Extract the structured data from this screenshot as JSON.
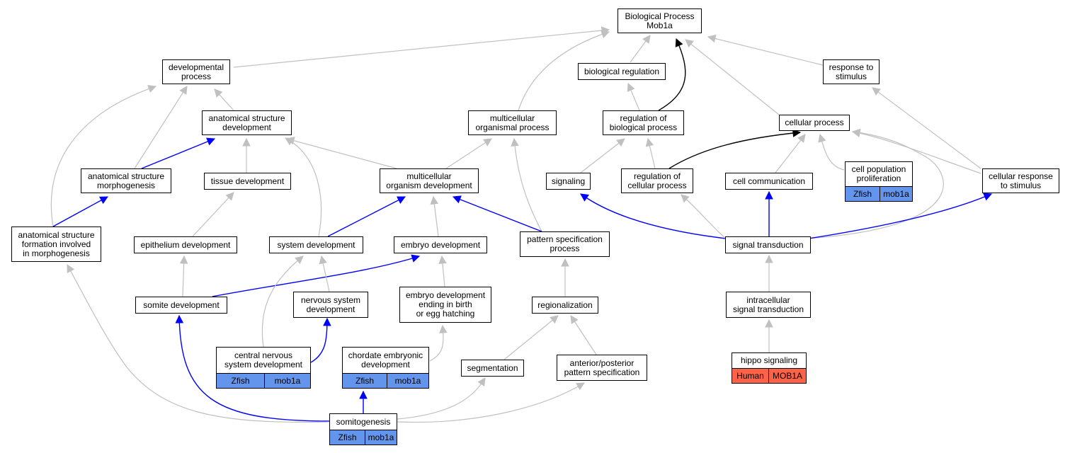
{
  "colors": {
    "gray_edge": "#c0c0c0",
    "blue_edge": "#0000ff",
    "black_edge": "#000000",
    "zfish": "#6495ed",
    "human": "#ff6347"
  },
  "nodes": {
    "bp": [
      "Biological Process",
      "Mob1a"
    ],
    "dev_process": [
      "developmental",
      "process"
    ],
    "bio_reg": [
      "biological regulation"
    ],
    "resp_stim": [
      "response to",
      "stimulus"
    ],
    "anat_dev": [
      "anatomical structure",
      "development"
    ],
    "mc_org_proc": [
      "multicellular",
      "organismal process"
    ],
    "reg_bio": [
      "regulation of",
      "biological process"
    ],
    "cell_proc": [
      "cellular process"
    ],
    "anat_morph": [
      "anatomical structure",
      "morphogenesis"
    ],
    "tissue_dev": [
      "tissue development"
    ],
    "mc_org_dev": [
      "multicellular",
      "organism development"
    ],
    "signaling": [
      "signaling"
    ],
    "reg_cell": [
      "regulation of",
      "cellular process"
    ],
    "cell_comm": [
      "cell communication"
    ],
    "cell_resp": [
      "cellular response",
      "to stimulus"
    ],
    "anat_form": [
      "anatomical structure",
      "formation involved",
      "in morphogenesis"
    ],
    "epi_dev": [
      "epithelium development"
    ],
    "sys_dev": [
      "system development"
    ],
    "emb_dev": [
      "embryo development"
    ],
    "pattern_spec": [
      "pattern specification",
      "process"
    ],
    "sig_trans": [
      "signal transduction"
    ],
    "somite_dev": [
      "somite development"
    ],
    "nerv_dev": [
      "nervous system",
      "development"
    ],
    "emb_birth": [
      "embryo development",
      "ending in birth",
      "or egg hatching"
    ],
    "regionalization": [
      "regionalization"
    ],
    "intra_sig": [
      "intracellular",
      "signal transduction"
    ],
    "segmentation": [
      "segmentation"
    ],
    "ant_post": [
      "anterior/posterior",
      "pattern specification"
    ]
  },
  "gene_nodes": {
    "cell_prolif": {
      "label": [
        "cell population",
        "proliferation"
      ],
      "species": "Zfish",
      "gene": "mob1a"
    },
    "cns_dev": {
      "label": [
        "central nervous",
        "system development"
      ],
      "species": "Zfish",
      "gene": "mob1a"
    },
    "chordate": {
      "label": [
        "chordate embryonic",
        "development"
      ],
      "species": "Zfish",
      "gene": "mob1a"
    },
    "hippo": {
      "label": [
        "hippo signaling"
      ],
      "species": "Human",
      "gene": "MOB1A"
    },
    "somitogenesis": {
      "label": [
        "somitogenesis"
      ],
      "species": "Zfish",
      "gene": "mob1a"
    }
  }
}
